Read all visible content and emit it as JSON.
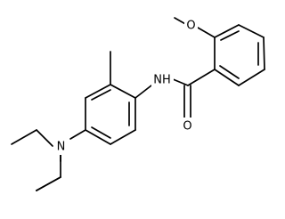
{
  "molecule": {
    "atom_labels": {
      "methoxy_oxygen": "O",
      "amide_nitrogen": "NH",
      "carbonyl_oxygen": "O",
      "amine_nitrogen": "N"
    }
  }
}
